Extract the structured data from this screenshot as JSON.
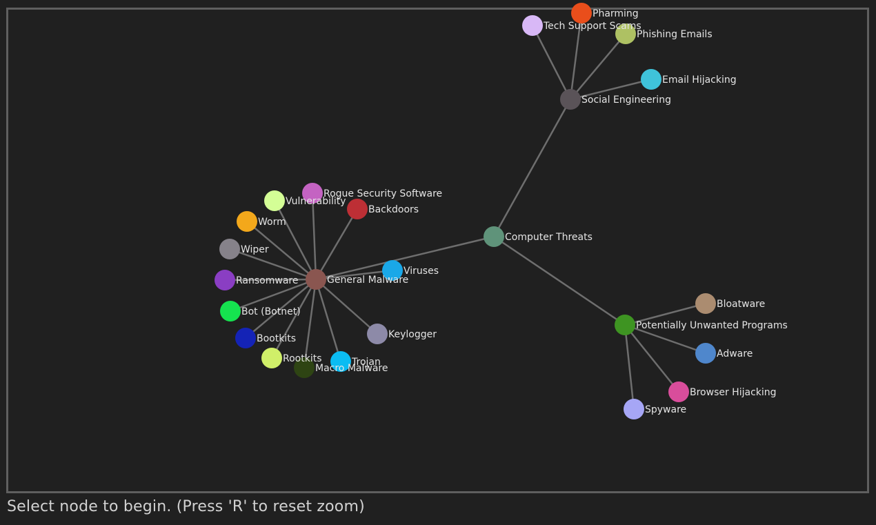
{
  "status_text": "Select node to begin. (Press 'R' to reset zoom)",
  "graph": {
    "nodes": [
      {
        "id": "computer-threats",
        "label": "Computer Threats",
        "color": "#5f937a"
      },
      {
        "id": "social-engineering",
        "label": "Social Engineering",
        "color": "#5a5358"
      },
      {
        "id": "general-malware",
        "label": "General Malware",
        "color": "#8a5650"
      },
      {
        "id": "pup",
        "label": "Potentially Unwanted Programs",
        "color": "#3e9422"
      },
      {
        "id": "pharming",
        "label": "Pharming",
        "color": "#e94e1b"
      },
      {
        "id": "tech-support-scams",
        "label": "Tech Support Scams",
        "color": "#d8b8f6"
      },
      {
        "id": "phishing-emails",
        "label": "Phishing Emails",
        "color": "#aec163"
      },
      {
        "id": "email-hijacking",
        "label": "Email Hijacking",
        "color": "#3fc3da"
      },
      {
        "id": "rogue-security-software",
        "label": "Rogue Security Software",
        "color": "#c463c2"
      },
      {
        "id": "vulnerability",
        "label": "Vulnerability",
        "color": "#d4fe96"
      },
      {
        "id": "backdoors",
        "label": "Backdoors",
        "color": "#bd2f35"
      },
      {
        "id": "worm",
        "label": "Worm",
        "color": "#f3a81b"
      },
      {
        "id": "wiper",
        "label": "Wiper",
        "color": "#86828a"
      },
      {
        "id": "ransomware",
        "label": "Ransomware",
        "color": "#8a3ec3"
      },
      {
        "id": "viruses",
        "label": "Viruses",
        "color": "#1aa8e8"
      },
      {
        "id": "bot-botnet",
        "label": "Bot (Botnet)",
        "color": "#15e34f"
      },
      {
        "id": "bootkits",
        "label": "Bootkits",
        "color": "#1423b6"
      },
      {
        "id": "rootkits",
        "label": "Rootkits",
        "color": "#d0ef69"
      },
      {
        "id": "macro-malware",
        "label": "Macro Malware",
        "color": "#2e4413"
      },
      {
        "id": "trojan",
        "label": "Trojan",
        "color": "#0bbcf2"
      },
      {
        "id": "keylogger",
        "label": "Keylogger",
        "color": "#8d8aa8"
      },
      {
        "id": "bloatware",
        "label": "Bloatware",
        "color": "#ab8c70"
      },
      {
        "id": "adware",
        "label": "Adware",
        "color": "#4f87cc"
      },
      {
        "id": "browser-hijacking",
        "label": "Browser Hijacking",
        "color": "#d94d9b"
      },
      {
        "id": "spyware",
        "label": "Spyware",
        "color": "#a6a6f5"
      }
    ],
    "edges": [
      [
        "computer-threats",
        "social-engineering"
      ],
      [
        "computer-threats",
        "general-malware"
      ],
      [
        "computer-threats",
        "pup"
      ],
      [
        "social-engineering",
        "pharming"
      ],
      [
        "social-engineering",
        "tech-support-scams"
      ],
      [
        "social-engineering",
        "phishing-emails"
      ],
      [
        "social-engineering",
        "email-hijacking"
      ],
      [
        "general-malware",
        "rogue-security-software"
      ],
      [
        "general-malware",
        "vulnerability"
      ],
      [
        "general-malware",
        "backdoors"
      ],
      [
        "general-malware",
        "worm"
      ],
      [
        "general-malware",
        "wiper"
      ],
      [
        "general-malware",
        "ransomware"
      ],
      [
        "general-malware",
        "viruses"
      ],
      [
        "general-malware",
        "bot-botnet"
      ],
      [
        "general-malware",
        "bootkits"
      ],
      [
        "general-malware",
        "rootkits"
      ],
      [
        "general-malware",
        "macro-malware"
      ],
      [
        "general-malware",
        "trojan"
      ],
      [
        "general-malware",
        "keylogger"
      ],
      [
        "pup",
        "bloatware"
      ],
      [
        "pup",
        "adware"
      ],
      [
        "pup",
        "browser-hijacking"
      ],
      [
        "pup",
        "spyware"
      ]
    ]
  }
}
